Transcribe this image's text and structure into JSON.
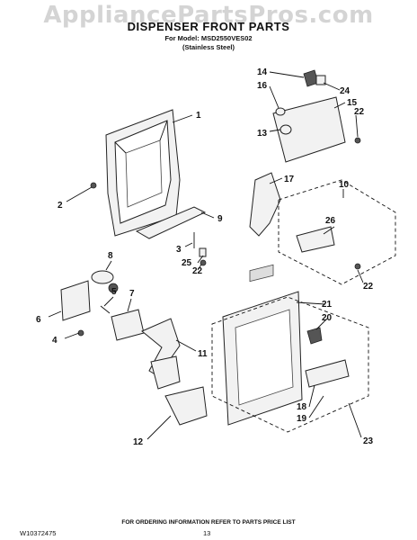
{
  "watermark": "AppliancePartsPros.com",
  "title": "DISPENSER FRONT PARTS",
  "model_line": "For Model: MSD2550VES02",
  "finish_line": "(Stainless Steel)",
  "footer_note": "FOR ORDERING INFORMATION REFER TO PARTS PRICE LIST",
  "doc_number": "W10372475",
  "page_number": "13",
  "callouts": {
    "c1": "1",
    "c2": "2",
    "c3": "3",
    "c4": "4",
    "c5": "5",
    "c6": "6",
    "c7": "7",
    "c8": "8",
    "c9": "9",
    "c10": "10",
    "c11": "11",
    "c12": "12",
    "c13": "13",
    "c14": "14",
    "c15": "15",
    "c16": "16",
    "c17": "17",
    "c18": "18",
    "c19": "19",
    "c20": "20",
    "c21": "21",
    "c22a": "22",
    "c22b": "22",
    "c22c": "22",
    "c23": "23",
    "c24": "24",
    "c25": "25",
    "c26": "26"
  }
}
